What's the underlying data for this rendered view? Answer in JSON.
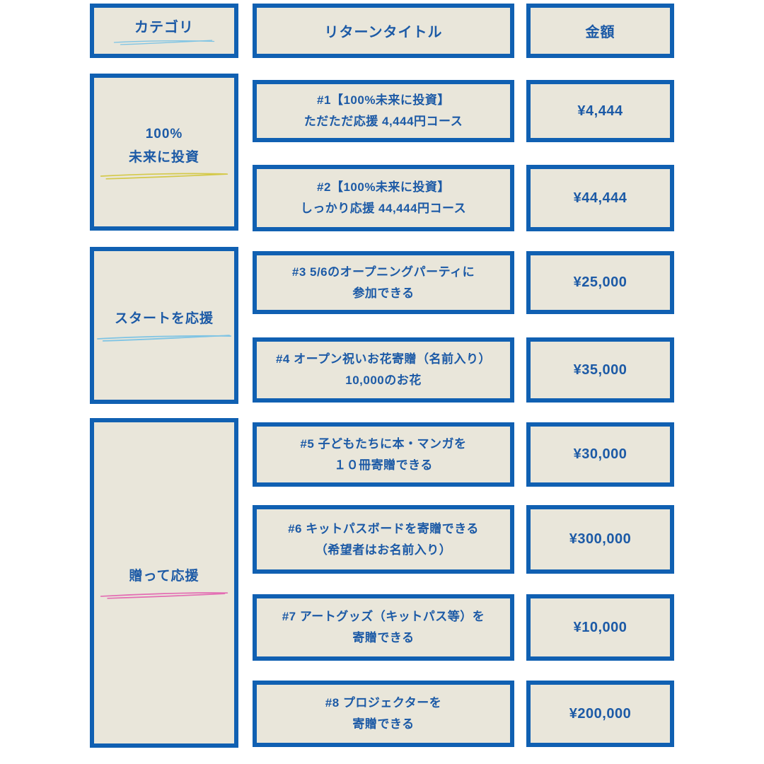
{
  "colors": {
    "border_blue": "#1060b2",
    "text_blue": "#1c5aa6",
    "cell_bg": "#e9e6da",
    "page_bg": "#ffffff",
    "underline_light_blue": "#7fc4e4",
    "underline_yellow": "#d4c94a",
    "underline_pink": "#e36db3"
  },
  "header": {
    "category": "カテゴリ",
    "title": "リターンタイトル",
    "amount": "金額",
    "category_underline_color": "#7fc4e4"
  },
  "groups": [
    {
      "category": "100%\n未来に投資",
      "underline_color": "#d4c94a",
      "rows": [
        {
          "title": "#1【100%未来に投資】\nただただ応援 4,444円コース",
          "amount": "¥4,444"
        },
        {
          "title": "#2【100%未来に投資】\nしっかり応援 44,444円コース",
          "amount": "¥44,444"
        }
      ]
    },
    {
      "category": "スタートを応援",
      "underline_color": "#7fc4e4",
      "rows": [
        {
          "title": "#3 5/6のオープニングパーティに\n参加できる",
          "amount": "¥25,000"
        },
        {
          "title": "#4 オープン祝いお花寄贈（名前入り）\n10,000のお花",
          "amount": "¥35,000"
        }
      ]
    },
    {
      "category": "贈って応援",
      "underline_color": "#e36db3",
      "rows": [
        {
          "title": "#5 子どもたちに本・マンガを\n１０冊寄贈できる",
          "amount": "¥30,000"
        },
        {
          "title": "#6 キットパスボードを寄贈できる\n（希望者はお名前入り）",
          "amount": "¥300,000"
        },
        {
          "title": "#7 アートグッズ（キットパス等）を\n寄贈できる",
          "amount": "¥10,000"
        },
        {
          "title": "#8 プロジェクターを\n寄贈できる",
          "amount": "¥200,000"
        }
      ]
    }
  ],
  "chart_data": {
    "type": "table",
    "columns": [
      "カテゴリ",
      "リターンタイトル",
      "金額"
    ],
    "rows": [
      [
        "100% 未来に投資",
        "#1【100%未来に投資】ただただ応援 4,444円コース",
        "¥4,444"
      ],
      [
        "100% 未来に投資",
        "#2【100%未来に投資】しっかり応援 44,444円コース",
        "¥44,444"
      ],
      [
        "スタートを応援",
        "#3 5/6のオープニングパーティに参加できる",
        "¥25,000"
      ],
      [
        "スタートを応援",
        "#4 オープン祝いお花寄贈（名前入り）10,000のお花",
        "¥35,000"
      ],
      [
        "贈って応援",
        "#5 子どもたちに本・マンガを１０冊寄贈できる",
        "¥30,000"
      ],
      [
        "贈って応援",
        "#6 キットパスボードを寄贈できる（希望者はお名前入り）",
        "¥300,000"
      ],
      [
        "贈って応援",
        "#7 アートグッズ（キットパス等）を寄贈できる",
        "¥10,000"
      ],
      [
        "贈って応援",
        "#8 プロジェクターを寄贈できる",
        "¥200,000"
      ]
    ]
  }
}
